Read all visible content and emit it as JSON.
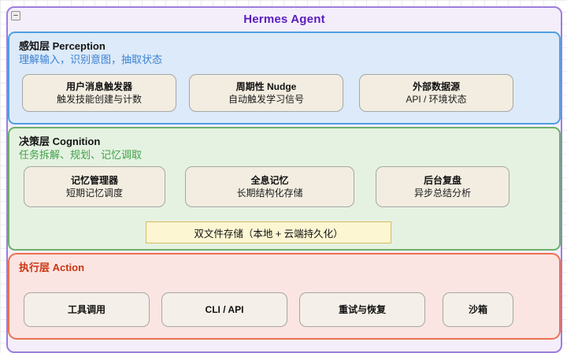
{
  "canvas": {
    "collapse_glyph": "−"
  },
  "agent": {
    "title": "Hermes Agent"
  },
  "layers": {
    "perception": {
      "title": "感知层 Perception",
      "subtitle": "理解输入，识别意图，抽取状态",
      "nodes": [
        {
          "title": "用户消息触发器",
          "subtitle": "触发技能创建与计数"
        },
        {
          "title": "周期性 Nudge",
          "subtitle": "自动触发学习信号"
        },
        {
          "title": "外部数据源",
          "subtitle": "API / 环境状态"
        }
      ]
    },
    "cognition": {
      "title": "决策层 Cognition",
      "subtitle": "任务拆解、规划、记忆调取",
      "nodes": [
        {
          "title": "记忆管理器",
          "subtitle": "短期记忆调度"
        },
        {
          "title": "全息记忆",
          "subtitle": "长期结构化存储"
        },
        {
          "title": "后台复盘",
          "subtitle": "异步总结分析"
        }
      ],
      "storage_bar": "双文件存储（本地 + 云端持久化）"
    },
    "action": {
      "title": "执行层 Action",
      "nodes": [
        {
          "title": "工具调用"
        },
        {
          "title": "CLI / API"
        },
        {
          "title": "重试与恢复"
        },
        {
          "title": "沙箱"
        }
      ]
    }
  },
  "colors": {
    "agent_border": "#9c7edb",
    "agent_bg": "#f4eefb",
    "agent_title_text": "#5a1dbe",
    "perception_border": "#4e9fe3",
    "perception_bg": "#ddeaf9",
    "perception_subtitle_text": "#3b82d4",
    "cognition_border": "#6ab06a",
    "cognition_bg": "#e5f2e1",
    "cognition_subtitle_text": "#41a14b",
    "action_border": "#ee7150",
    "action_bg": "#fbe5e2",
    "action_title_text": "#cc3512",
    "node_bg": "#f2ede0",
    "node_border": "#a6a6a6",
    "storage_bg": "#fdf6d2",
    "storage_border": "#d6bb66"
  }
}
